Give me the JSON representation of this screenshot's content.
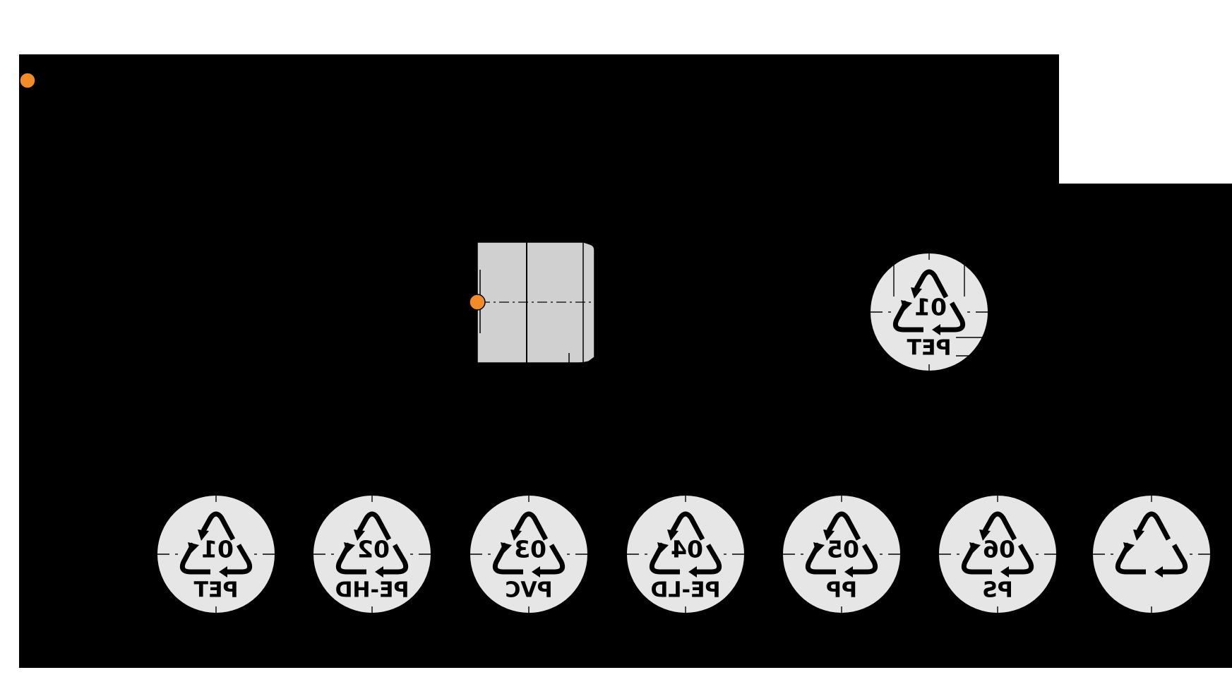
{
  "colors": {
    "background": "#000000",
    "panel_outside": "#ffffff",
    "stamp_fill": "#e6e6e6",
    "insert_fill": "#d0d0d0",
    "marker": "#f28c28",
    "ink": "#000000"
  },
  "featured_stamp": {
    "code": "01",
    "label": "PET"
  },
  "stamps": [
    {
      "code": "01",
      "label": "PET"
    },
    {
      "code": "02",
      "label": "PE-HD"
    },
    {
      "code": "03",
      "label": "PVC"
    },
    {
      "code": "04",
      "label": "PE-LD"
    },
    {
      "code": "05",
      "label": "PP"
    },
    {
      "code": "06",
      "label": "PS"
    },
    {
      "code": "",
      "label": ""
    }
  ],
  "icons": {
    "recycle": "recycle-triangle-icon",
    "marker": "orange-dot-marker"
  },
  "rendering": {
    "mirrored": true
  }
}
